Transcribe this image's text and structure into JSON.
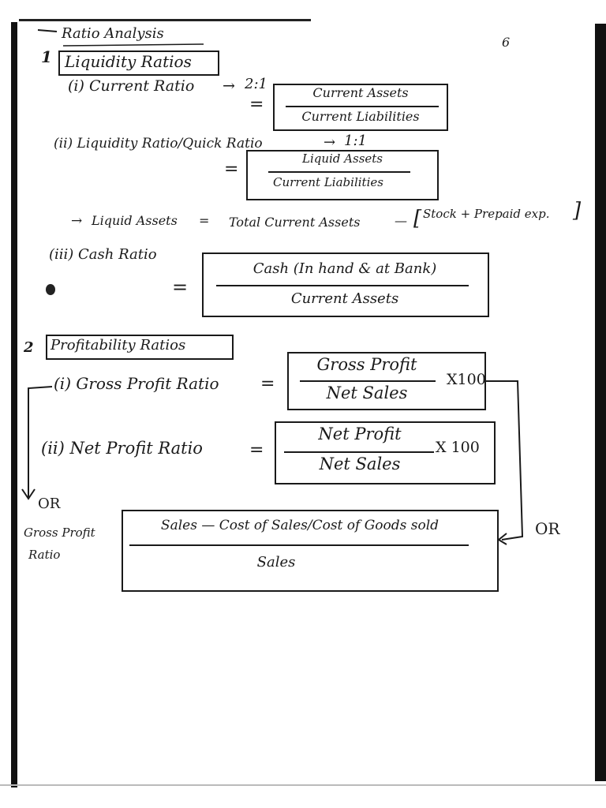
{
  "page_number": "6",
  "title": "Ratio Analysis",
  "liquidity": {
    "heading": "Liquidity Ratios",
    "num": "1",
    "current": {
      "label": "(i) Current Ratio",
      "ideal": "2:1",
      "numerator": "Current Assets",
      "denominator": "Current Liabilities"
    },
    "quick": {
      "label": "(ii) Liquidity Ratio/Quick Ratio",
      "ideal": "1:1",
      "numerator": "Liquid Assets",
      "denominator": "Current Liabilities"
    },
    "liquid_assets_note": {
      "lhs": "Liquid Assets",
      "rhs": "Total Current Assets",
      "bracket": "Stock + Prepaid exp."
    },
    "cash": {
      "label": "(iii) Cash Ratio",
      "numerator": "Cash (In hand & at Bank)",
      "denominator": "Current Assets"
    }
  },
  "profitability": {
    "heading": "Profitability Ratios",
    "num": "2",
    "gross": {
      "label": "(i) Gross Profit Ratio",
      "numerator": "Gross Profit",
      "denominator": "Net Sales",
      "multiplier": "X100"
    },
    "net": {
      "label": "(ii) Net Profit Ratio",
      "numerator": "Net Profit",
      "denominator": "Net Sales",
      "multiplier": "X 100"
    },
    "or_left": "OR",
    "or_right": "OR",
    "alt_label_line1": "Gross Profit",
    "alt_label_line2": "Ratio",
    "alt": {
      "numerator": "Sales — Cost of Sales/Cost of Goods sold",
      "denominator": "Sales"
    }
  },
  "symbols": {
    "equals": "=",
    "arrow": "→"
  }
}
